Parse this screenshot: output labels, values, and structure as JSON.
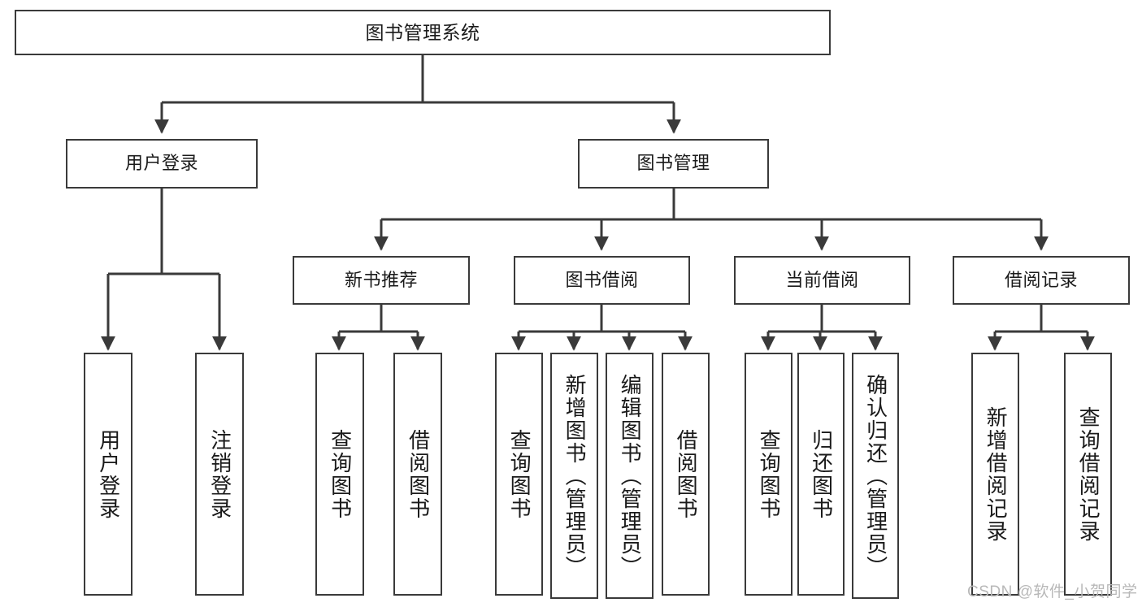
{
  "diagram": {
    "type": "tree-hierarchy",
    "title": "图书管理系统",
    "background": "#ffffff",
    "line_color": "#3a3a3a",
    "box_border_color": "#3a3a3a",
    "box_fill": "#ffffff",
    "text_color": "#1a1a1a"
  },
  "nodes": {
    "root": {
      "label": "图书管理系统",
      "level": 1
    },
    "level2": [
      {
        "id": "user-login",
        "label": "用户登录"
      },
      {
        "id": "book-management",
        "label": "图书管理"
      }
    ],
    "level3": [
      {
        "id": "new-book-recommend",
        "label": "新书推荐",
        "parent": "book-management"
      },
      {
        "id": "book-borrow",
        "label": "图书借阅",
        "parent": "book-management"
      },
      {
        "id": "current-borrow",
        "label": "当前借阅",
        "parent": "book-management"
      },
      {
        "id": "borrow-record",
        "label": "借阅记录",
        "parent": "book-management"
      }
    ],
    "leaves": {
      "user_login": [
        {
          "id": "leaf-user-login",
          "label": "用户登录"
        },
        {
          "id": "leaf-user-logout",
          "label": "注销登录"
        }
      ],
      "new_book_recommend": [
        {
          "id": "leaf-query-book-1",
          "label": "查询图书"
        },
        {
          "id": "leaf-borrow-book-1",
          "label": "借阅图书"
        }
      ],
      "book_borrow": [
        {
          "id": "leaf-query-book-2",
          "label": "查询图书"
        },
        {
          "id": "leaf-add-book",
          "label": "新增图书（管理员）"
        },
        {
          "id": "leaf-edit-book",
          "label": "编辑图书（管理员）"
        },
        {
          "id": "leaf-borrow-book-2",
          "label": "借阅图书"
        }
      ],
      "current_borrow": [
        {
          "id": "leaf-query-book-3",
          "label": "查询图书"
        },
        {
          "id": "leaf-return-book",
          "label": "归还图书"
        },
        {
          "id": "leaf-confirm-return",
          "label": "确认归还（管理员）"
        }
      ],
      "borrow_record": [
        {
          "id": "leaf-add-record",
          "label": "新增借阅记录"
        },
        {
          "id": "leaf-query-record",
          "label": "查询借阅记录"
        }
      ]
    }
  },
  "watermark": {
    "text": "CSDN @软件_小贺同学"
  }
}
